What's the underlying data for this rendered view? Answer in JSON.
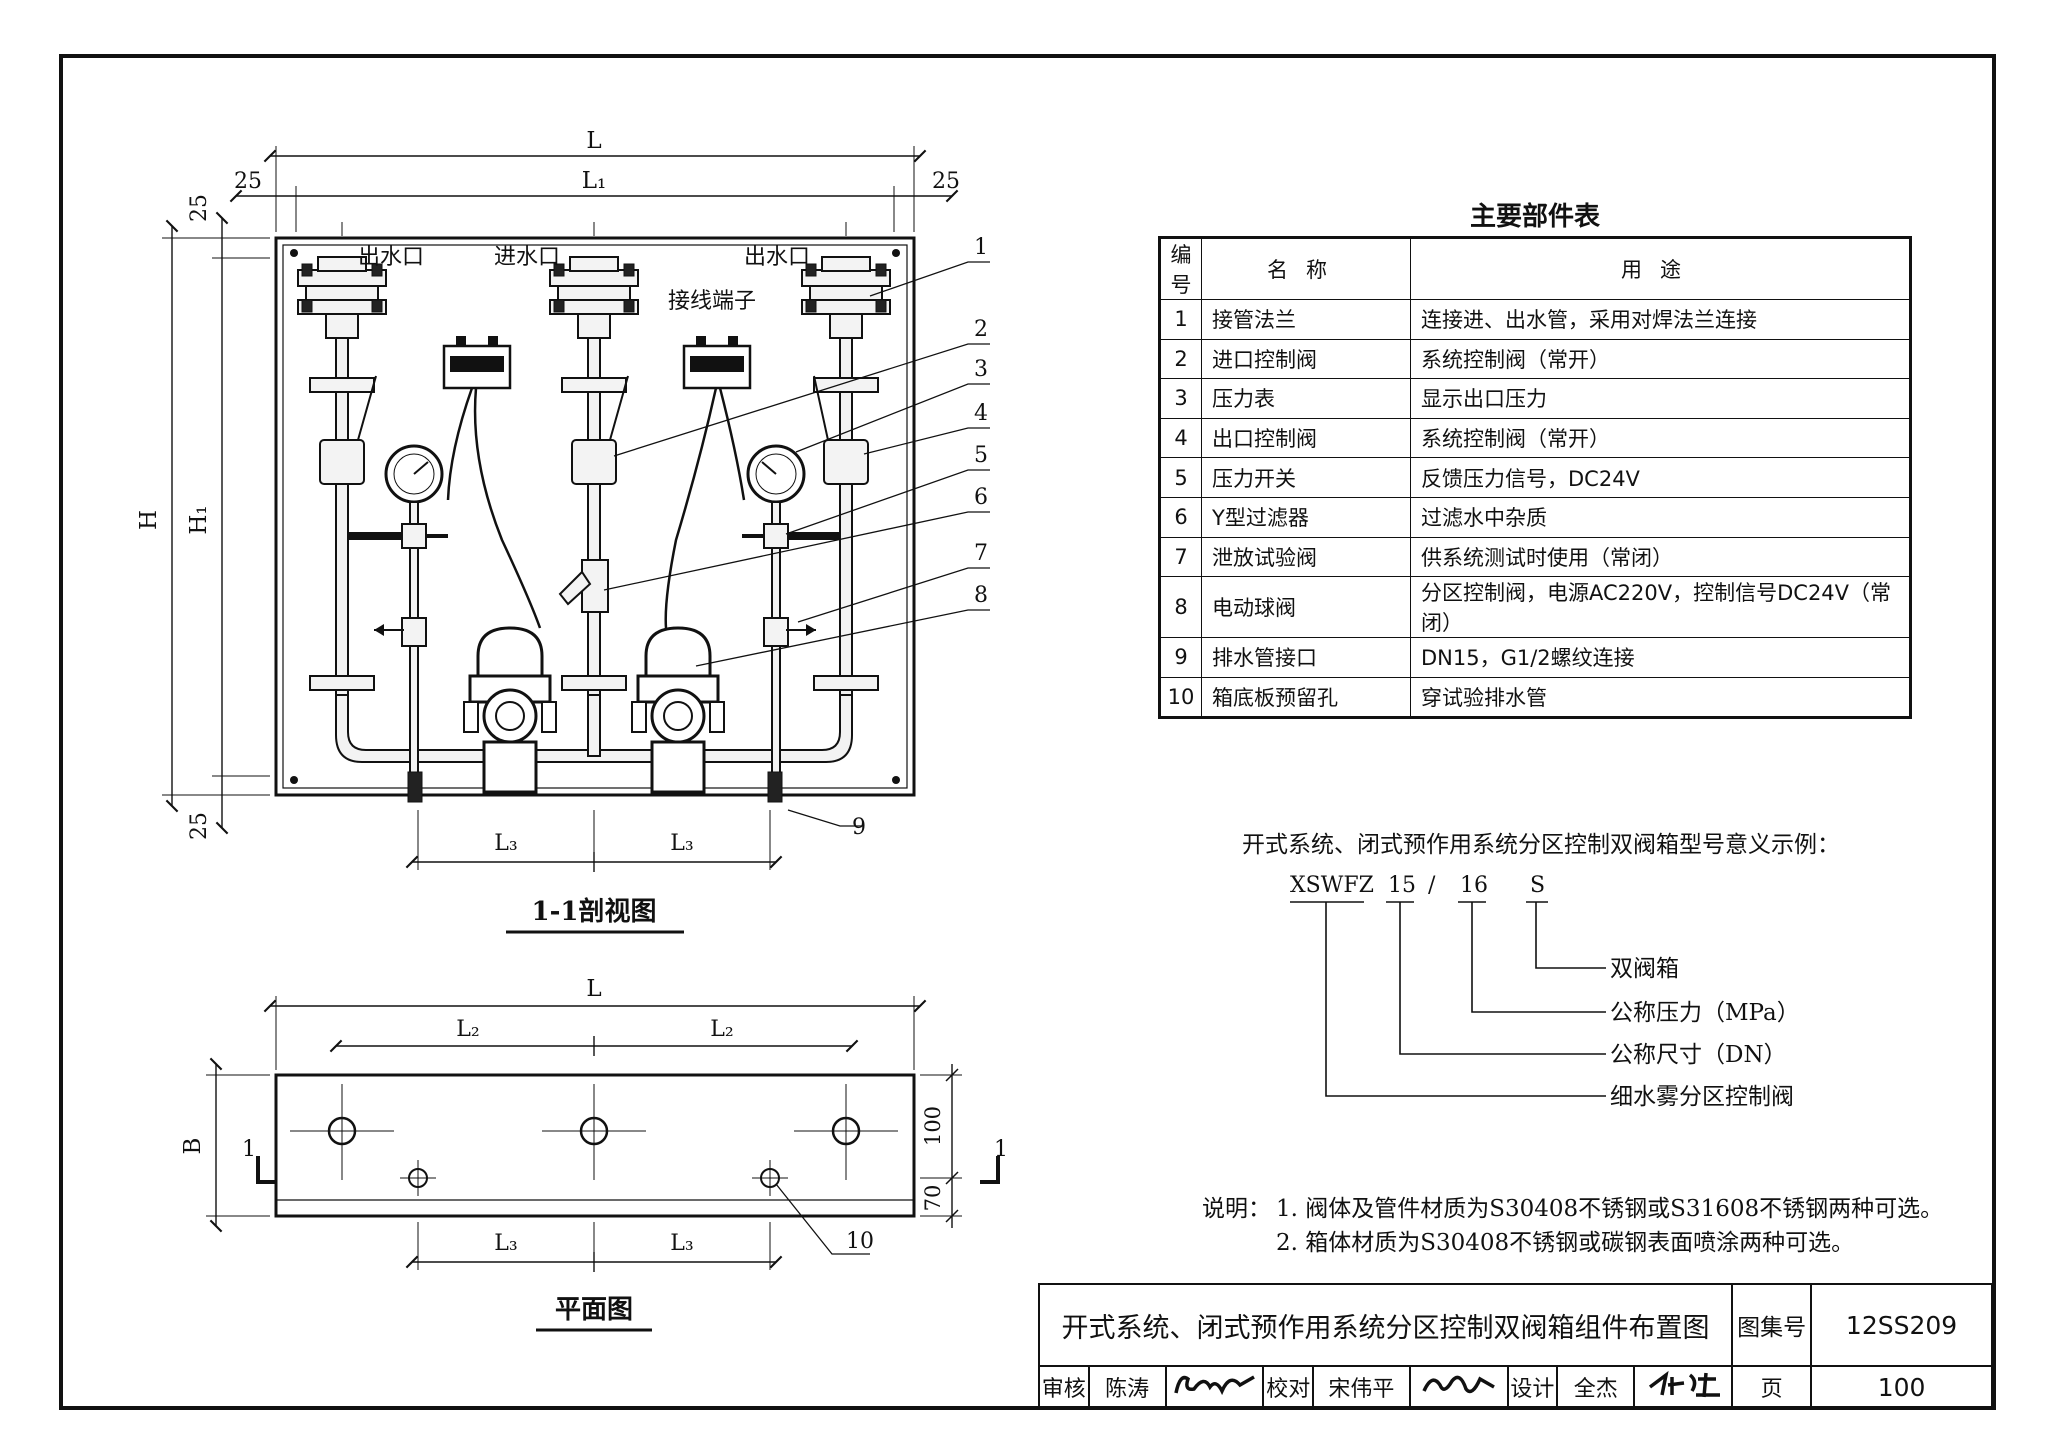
{
  "section_view": {
    "labels": {
      "outlet_left": "出水口",
      "inlet": "进水口",
      "outlet_right": "出水口",
      "terminal": "接线端子"
    },
    "dims": {
      "L": "L",
      "L1": "L₁",
      "edge_left": "25",
      "edge_right": "25",
      "top": "25",
      "bottom": "25",
      "H": "H",
      "H1": "H₁",
      "L3_left": "L₃",
      "L3_right": "L₃"
    },
    "callouts": [
      "1",
      "2",
      "3",
      "4",
      "5",
      "6",
      "7",
      "8",
      "9"
    ],
    "caption": "1-1剖视图"
  },
  "plan_view": {
    "dims": {
      "L": "L",
      "L2_left": "L₂",
      "L2_right": "L₂",
      "B": "B",
      "d100": "100",
      "d70": "70",
      "L3_left": "L₃",
      "L3_right": "L₃"
    },
    "section_marks": [
      "1",
      "1"
    ],
    "callout": "10",
    "caption": "平面图"
  },
  "parts_table": {
    "title": "主要部件表",
    "headers": [
      "编号",
      "名称",
      "用途"
    ],
    "rows": [
      [
        "1",
        "接管法兰",
        "连接进、出水管，采用对焊法兰连接"
      ],
      [
        "2",
        "进口控制阀",
        "系统控制阀（常开）"
      ],
      [
        "3",
        "压力表",
        "显示出口压力"
      ],
      [
        "4",
        "出口控制阀",
        "系统控制阀（常开）"
      ],
      [
        "5",
        "压力开关",
        "反馈压力信号，DC24V"
      ],
      [
        "6",
        "Y型过滤器",
        "过滤水中杂质"
      ],
      [
        "7",
        "泄放试验阀",
        "供系统测试时使用（常闭）"
      ],
      [
        "8",
        "电动球阀",
        "分区控制阀，电源AC220V，控制信号DC24V（常闭）"
      ],
      [
        "9",
        "排水管接口",
        "DN15，G1/2螺纹连接"
      ],
      [
        "10",
        "箱底板预留孔",
        "穿试验排水管"
      ]
    ]
  },
  "model_example": {
    "title": "开式系统、闭式预作用系统分区控制双阀箱型号意义示例：",
    "codes": [
      "XSWFZ",
      "15",
      "/",
      "16",
      "S"
    ],
    "meanings": [
      "双阀箱",
      "公称压力（MPa）",
      "公称尺寸（DN）",
      "细水雾分区控制阀"
    ]
  },
  "notes": {
    "label": "说明：",
    "items": [
      "1. 阀体及管件材质为S30408不锈钢或S31608不锈钢两种可选。",
      "2. 箱体材质为S30408不锈钢或碳钢表面喷涂两种可选。"
    ]
  },
  "title_block": {
    "drawing_title": "开式系统、闭式预作用系统分区控制双阀箱组件布置图",
    "atlas_label": "图集号",
    "atlas_no": "12SS209",
    "review_label": "审核",
    "reviewer": "陈涛",
    "check_label": "校对",
    "checker": "宋伟平",
    "design_label": "设计",
    "designer": "全杰",
    "page_label": "页",
    "page_no": "100"
  }
}
